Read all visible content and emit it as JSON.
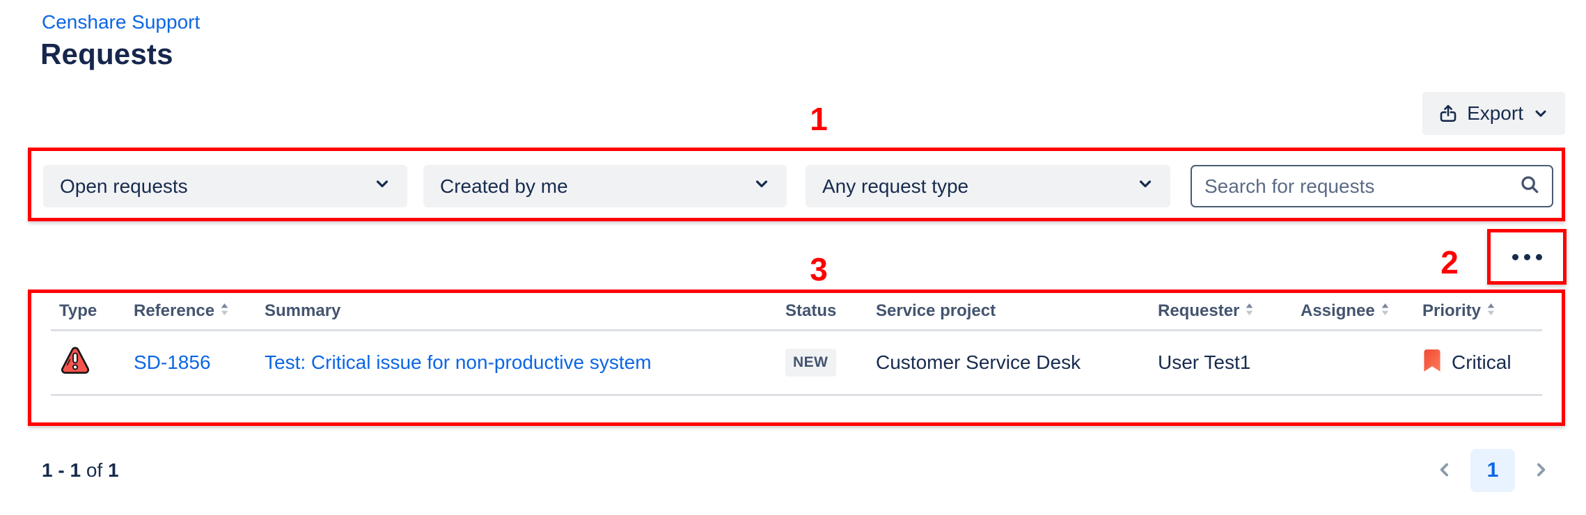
{
  "page": {
    "breadcrumb": "Censhare Support",
    "title": "Requests"
  },
  "toolbar": {
    "export_label": "Export"
  },
  "annotations": {
    "step1": "1",
    "step2": "2",
    "step3": "3",
    "highlight_color": "#ff0000"
  },
  "filters": {
    "request_status": {
      "value": "Open requests"
    },
    "created_by": {
      "value": "Created by me"
    },
    "request_type": {
      "value": "Any request type"
    },
    "search": {
      "placeholder": "Search for requests"
    }
  },
  "table": {
    "columns": [
      {
        "label": "Type",
        "sortable": false
      },
      {
        "label": "Reference",
        "sortable": true
      },
      {
        "label": "Summary",
        "sortable": false
      },
      {
        "label": "Status",
        "sortable": false
      },
      {
        "label": "Service project",
        "sortable": false
      },
      {
        "label": "Requester",
        "sortable": true
      },
      {
        "label": "Assignee",
        "sortable": true
      },
      {
        "label": "Priority",
        "sortable": true
      }
    ],
    "rows": [
      {
        "type_icon": "critical-warning-icon",
        "reference": "SD-1856",
        "summary": "Test: Critical issue for non-productive system",
        "status": "NEW",
        "service_project": "Customer Service Desk",
        "requester": "User Test1",
        "assignee": "",
        "priority": "Critical",
        "priority_icon": "critical-flag-icon"
      }
    ]
  },
  "pagination": {
    "range": {
      "start": "1",
      "separator": "-",
      "end": "1",
      "of_label": "of",
      "total": "1"
    },
    "current_page": "1"
  },
  "colors": {
    "link_blue": "#0c66e4",
    "navy_text": "#172b4d",
    "slate_text": "#44546f",
    "annotation_red": "#ff0000",
    "control_bg": "#f1f2f4",
    "badge_bg": "#f1f2f4",
    "page_box_bg": "#e9f2ff",
    "divider": "#dcdfe4",
    "warning_red": "#f8544e",
    "priority_orange": "#ff5a3c"
  }
}
